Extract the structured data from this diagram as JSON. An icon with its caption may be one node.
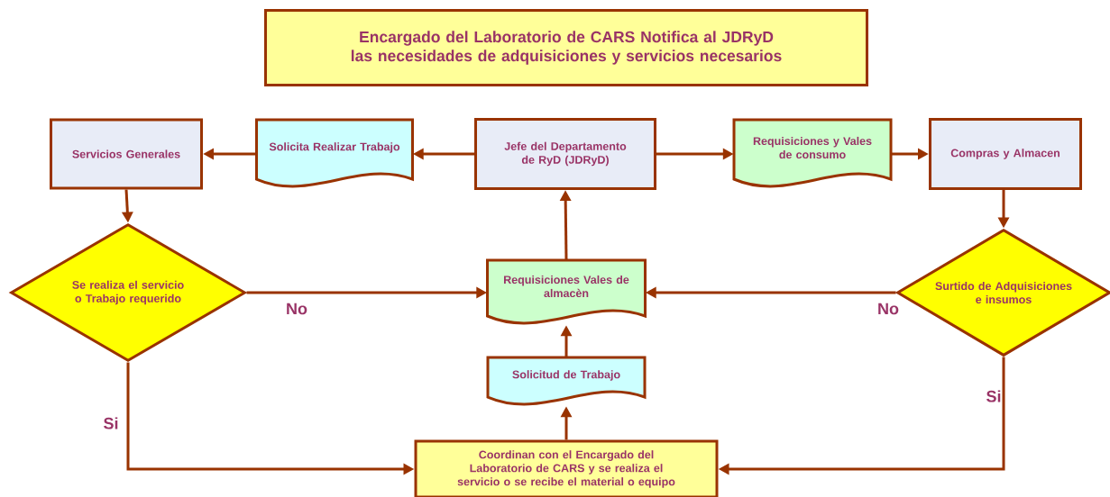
{
  "diagram": {
    "nodes": [
      {
        "text": [
          "Encargado del Laboratorio de CARS Notifica al JDRyD las necesidades de adquisiciones y servicios necesarios"
        ]
      },
      {
        "text": [
          "Servicios Generales"
        ]
      },
      {
        "text": [
          "Solicita Realizar Trabajo"
        ]
      },
      {
        "text": [
          "Jefe del Departamento de RyD (JDRyD)"
        ]
      },
      {
        "text": [
          "Requisiciones y Vales de consumo"
        ]
      },
      {
        "text": [
          "Compras y Almacen"
        ]
      },
      {
        "text": [
          "Se realiza el servicio o Trabajo requerido"
        ]
      },
      {
        "text": [
          "Requisiciones Vales de almacèn"
        ]
      },
      {
        "text": [
          "Surtido de Adquisiciones e insumos"
        ]
      },
      {
        "text": [
          "Solicitud de Trabajo"
        ]
      },
      {
        "text": [
          "Coordinan con el Encargado del Laboratorio de CARS y se realiza el servicio o se recibe el material o equipo"
        ]
      }
    ],
    "edges": [
      {
        "from": 3,
        "to": 2,
        "arrow": "to"
      },
      {
        "from": 2,
        "to": 1,
        "arrow": "to"
      },
      {
        "from": 3,
        "to": 4,
        "arrow": "to"
      },
      {
        "from": 4,
        "to": 5,
        "arrow": "to"
      },
      {
        "from": 1,
        "to": 6,
        "arrow": "to"
      },
      {
        "from": 5,
        "to": 8,
        "arrow": "to"
      },
      {
        "from": 6,
        "to": 7,
        "arrow": "to",
        "label": "No"
      },
      {
        "from": 8,
        "to": 7,
        "arrow": "to",
        "label": "No"
      },
      {
        "from": 7,
        "to": 3,
        "arrow": "to"
      },
      {
        "from": 9,
        "to": 7,
        "arrow": "to"
      },
      {
        "from": 10,
        "to": 9,
        "arrow": "to"
      },
      {
        "from": 6,
        "to": 10,
        "arrow": "to",
        "label": "Si"
      },
      {
        "from": 8,
        "to": 10,
        "arrow": "to",
        "label": "Si"
      }
    ]
  }
}
